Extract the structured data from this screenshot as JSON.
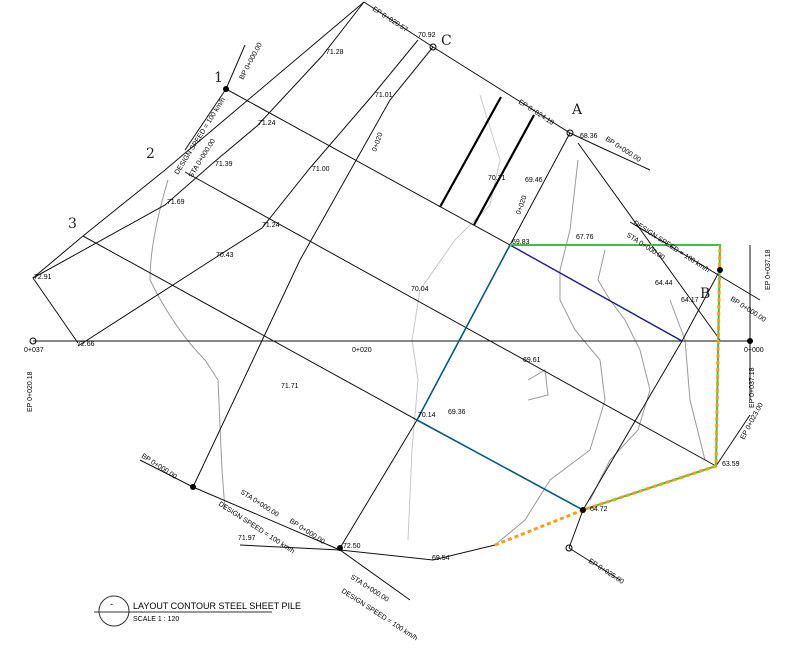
{
  "title": "LAYOUT CONTOUR STEEL SHEET PILE",
  "scale": "SCALE 1 : 120",
  "detail_marker": "-",
  "section_markers": [
    "1",
    "2",
    "3",
    "A",
    "B",
    "C"
  ],
  "stations": [
    "0+037",
    "0+020",
    "0+000",
    "0+020",
    "0+020"
  ],
  "elevations": [
    "71.28",
    "71.01",
    "70.92",
    "71.24",
    "71.39",
    "71.00",
    "71.69",
    "71.24",
    "70.43",
    "72.91",
    "72.66",
    "70.04",
    "70.71",
    "69.46",
    "68.36",
    "69.83",
    "67.76",
    "64.44",
    "64.17",
    "69.61",
    "71.71",
    "70.14",
    "69.36",
    "63.59",
    "64.72",
    "71.97",
    "72.50",
    "69.54"
  ],
  "annotations": [
    "BP 0+000.00",
    "EP 0+020.57",
    "EP 0+024.18",
    "BP 0+000.00",
    "DESIGN SPEED = 100 km/h",
    "STA 0+000.00",
    "DESIGN SPEED = 100 km/h",
    "STA 0+000.00",
    "BP 0+000.00",
    "EP 0+020.18",
    "EP 0+037.18",
    "EP 0+023.00",
    "BP 0+000.00",
    "DESIGN SPEED = 100 km/h",
    "STA 0+000.00",
    "BP 0+000.00",
    "STA 0+000.00",
    "DESIGN SPEED = 100 km/h",
    "EP 0+025.00"
  ],
  "colors": {
    "sheet_pile": "#f0a020",
    "pile_line": "#3cc23c",
    "section_blue": "#1a1a8c",
    "section_teal": "#0a5a7a"
  }
}
